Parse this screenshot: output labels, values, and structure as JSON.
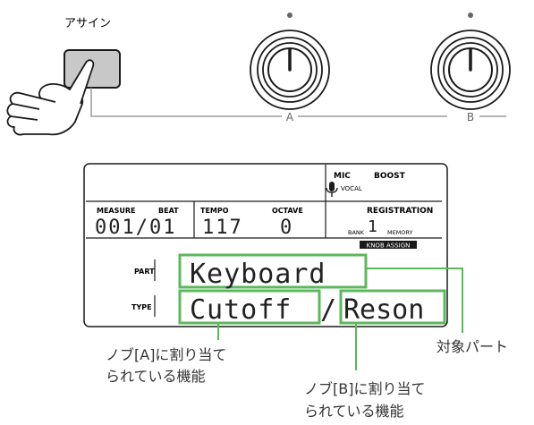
{
  "top": {
    "assign_label": "アサイン",
    "knob_a_label": "A",
    "knob_b_label": "B"
  },
  "lcd": {
    "mic": "MIC",
    "boost": "BOOST",
    "vocal": "VOCAL",
    "measure": "MEASURE",
    "beat": "BEAT",
    "measure_beat_value": "001/01",
    "tempo": "TEMPO",
    "tempo_value": "117",
    "octave": "OCTAVE",
    "octave_value": "0",
    "registration": "REGISTRATION",
    "bank": "BANK",
    "memory": "MEMORY",
    "registration_value": "1",
    "knob_assign": "KNOB ASSIGN",
    "part_label": "PART",
    "part_value": "Keyboard",
    "type_label": "TYPE",
    "type_value_a": "Cutoff",
    "type_slash": "/",
    "type_value_b": "Reson"
  },
  "callouts": {
    "knob_a_line1": "ノブ[A]に割り当て",
    "knob_a_line2": "られている機能",
    "knob_b_line1": "ノブ[B]に割り当て",
    "knob_b_line2": "られている機能",
    "target_part": "対象パート"
  },
  "colors": {
    "highlight": "#5cb85c",
    "button_fill": "#c8c8c8",
    "lcd_text": "#222222",
    "connector": "#9a9a9a"
  }
}
